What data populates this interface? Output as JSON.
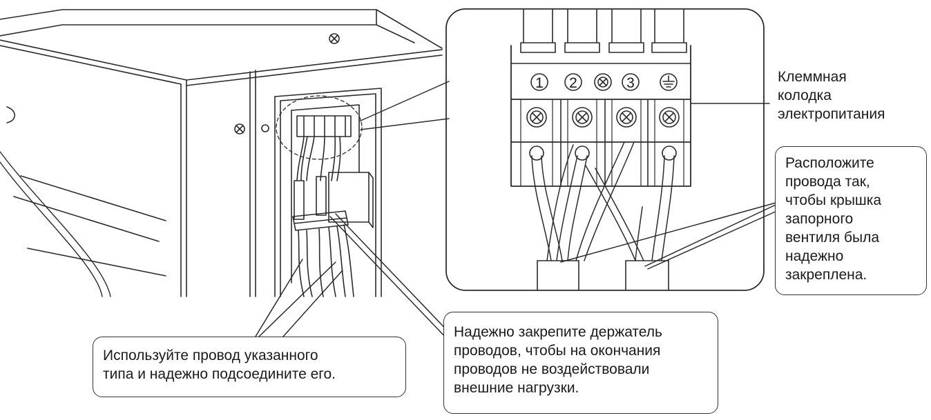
{
  "terminal_labels": {
    "t1": "1",
    "t2": "2",
    "t3": "3"
  },
  "callouts": {
    "terminal_block": {
      "lines": [
        "Клеммная",
        "колодка",
        "электропитания"
      ]
    },
    "arrange_wires": {
      "lines": [
        "Расположите",
        "провода так,",
        "чтобы крышка",
        "запорного",
        "вентиля была",
        "надежно",
        "закреплена."
      ]
    },
    "use_wire": {
      "lines": [
        "Используйте провод указанного",
        "типа и надежно подсоедините его."
      ]
    },
    "fix_holder": {
      "lines": [
        "Надежно закрепите держатель",
        "проводов, чтобы на окончания",
        "проводов не воздействовали",
        "внешние нагрузки."
      ]
    }
  },
  "icons": {
    "screw": "screw-icon",
    "ground": "ground-icon"
  },
  "colors": {
    "line": "#2a2a2a",
    "background": "#ffffff"
  }
}
